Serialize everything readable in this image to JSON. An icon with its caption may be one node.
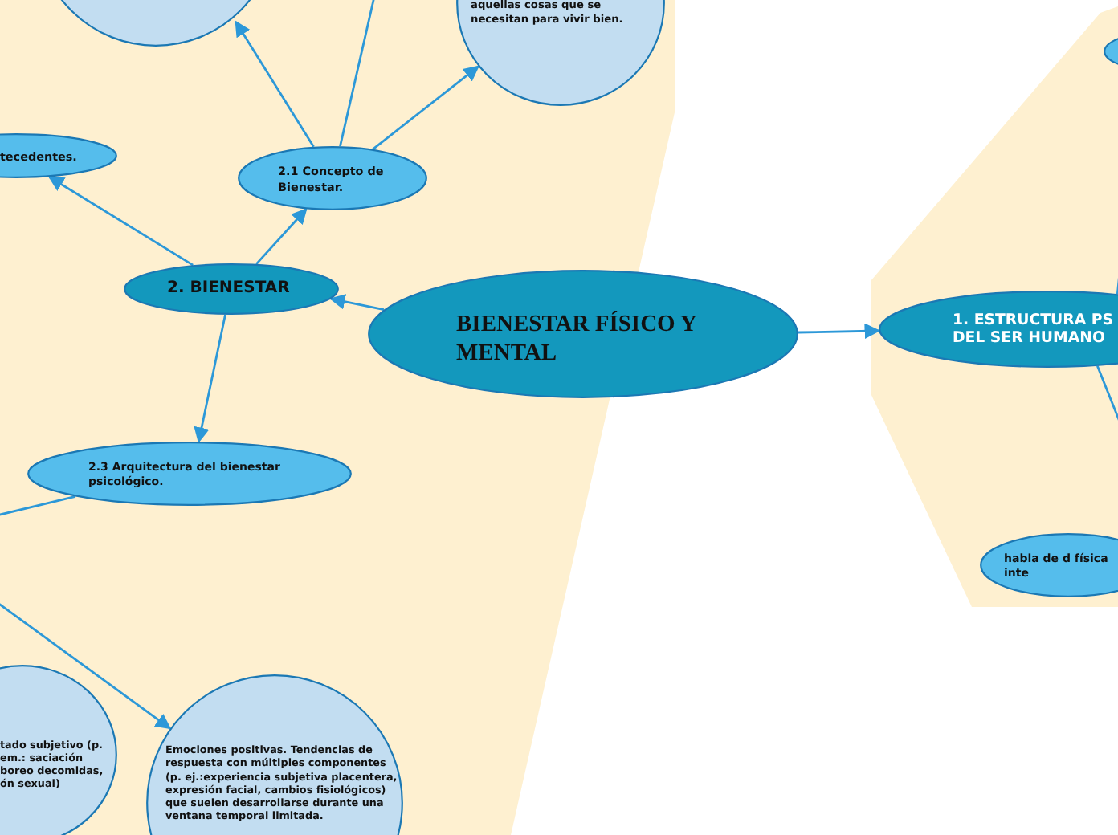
{
  "diagram": {
    "nodes": [
      {
        "text": [
          "BIENESTAR  FÍSICO Y MENTAL"
        ]
      },
      {
        "text": [
          "2. BIENESTAR"
        ]
      },
      {
        "text": [
          "2.1 Concepto de Bienestar."
        ]
      },
      {
        "text": [],
        "shape": "circle"
      },
      {
        "text": [
          "aquellas cosas que se necesitan para vivir bien."
        ]
      },
      {
        "text": [
          "tecedentes."
        ]
      },
      {
        "text": [
          "2.3 Arquitectura del bienestar psicológico."
        ]
      },
      {
        "text": [
          "tado subjetivo (p. em.: saciación boreo decomidas, ón sexual)"
        ]
      },
      {
        "text": [
          "Emociones positivas. Tendencias de respuesta con múltiples componentes (p. ej.:experiencia subjetiva placentera, expresión facial, cambios fisiológicos) que suelen desarrollarse durante una ventana temporal limitada."
        ]
      },
      {
        "text": [
          "1. ESTRUCTURA PS DEL SER HUMANO"
        ]
      },
      {
        "text": [],
        "shape": "ellipse"
      },
      {
        "text": [
          "habla de d física inte"
        ]
      }
    ],
    "edges": [
      {
        "from": 0,
        "to": 1,
        "arrow": "to"
      },
      {
        "from": 0,
        "to": 9,
        "arrow": "to"
      },
      {
        "from": 1,
        "to": 2,
        "arrow": "to"
      },
      {
        "from": 1,
        "to": 5,
        "arrow": "to"
      },
      {
        "from": 1,
        "to": 6,
        "arrow": "to"
      },
      {
        "from": 2,
        "to": 3,
        "arrow": "to"
      },
      {
        "from": 2,
        "to": 4,
        "arrow": "to"
      },
      {
        "from": 2,
        "to": null,
        "arrow": "none"
      },
      {
        "from": 6,
        "to": null,
        "arrow": "none"
      },
      {
        "from": null,
        "to": 8,
        "arrow": "to"
      },
      {
        "from": 9,
        "to": null,
        "arrow": "none"
      },
      {
        "from": 9,
        "to": null,
        "arrow": "none"
      }
    ]
  }
}
